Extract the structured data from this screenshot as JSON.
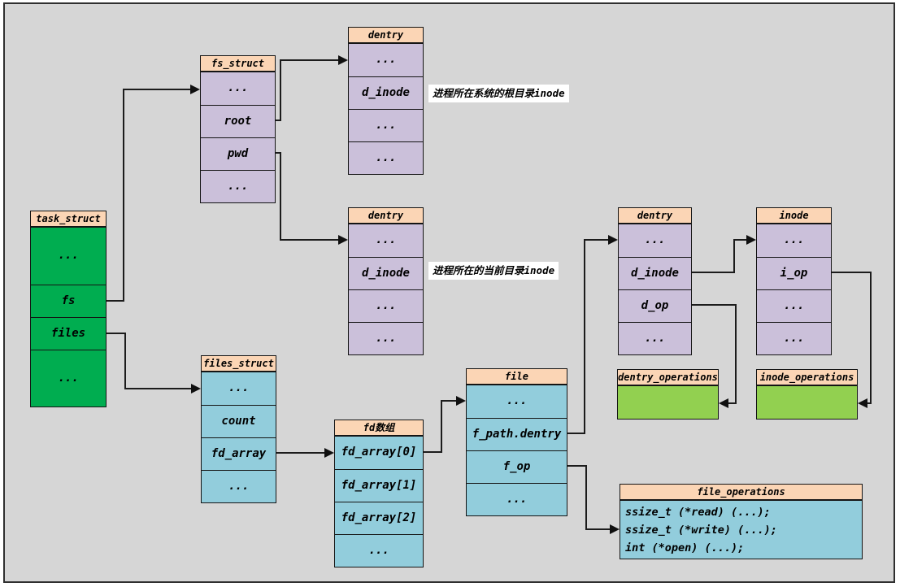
{
  "palette": {
    "canvas_background": "#d6d6d6",
    "box_header": "#fbd5b5",
    "dentry_inode_fill": "#cbc0da",
    "file_fill": "#92cddc",
    "task_struct_fill": "#00ad50",
    "operations_fill": "#92d050",
    "note_background": "#ffffff",
    "connector_line": "#1c1c1c"
  },
  "boxes": {
    "task_struct": {
      "title": "task_struct",
      "cells": [
        "...",
        "fs",
        "files",
        "..."
      ]
    },
    "fs_struct": {
      "title": "fs_struct",
      "cells": [
        "...",
        "root",
        "pwd",
        "..."
      ]
    },
    "dentry_root": {
      "title": "dentry",
      "cells": [
        "...",
        "d_inode",
        "...",
        "..."
      ]
    },
    "dentry_pwd": {
      "title": "dentry",
      "cells": [
        "...",
        "d_inode",
        "...",
        "..."
      ]
    },
    "files_struct": {
      "title": "files_struct",
      "cells": [
        "...",
        "count",
        "fd_array",
        "..."
      ]
    },
    "fd_array": {
      "title": "fd数组",
      "cells": [
        "fd_array[0]",
        "fd_array[1]",
        "fd_array[2]",
        "..."
      ]
    },
    "file": {
      "title": "file",
      "cells": [
        "...",
        "f_path.dentry",
        "f_op",
        "..."
      ]
    },
    "dentry_file": {
      "title": "dentry",
      "cells": [
        "...",
        "d_inode",
        "d_op",
        "..."
      ]
    },
    "inode": {
      "title": "inode",
      "cells": [
        "...",
        "i_op",
        "...",
        "..."
      ]
    },
    "dentry_operations": {
      "title": "dentry_operations"
    },
    "inode_operations": {
      "title": "inode_operations"
    },
    "file_operations": {
      "title": "file_operations",
      "lines": [
        "ssize_t (*read) (...);",
        "ssize_t (*write) (...);",
        "int (*open) (...);"
      ]
    }
  },
  "annotations": {
    "root_note": "进程所在系统的根目录inode",
    "pwd_note": "进程所在的当前目录inode"
  }
}
